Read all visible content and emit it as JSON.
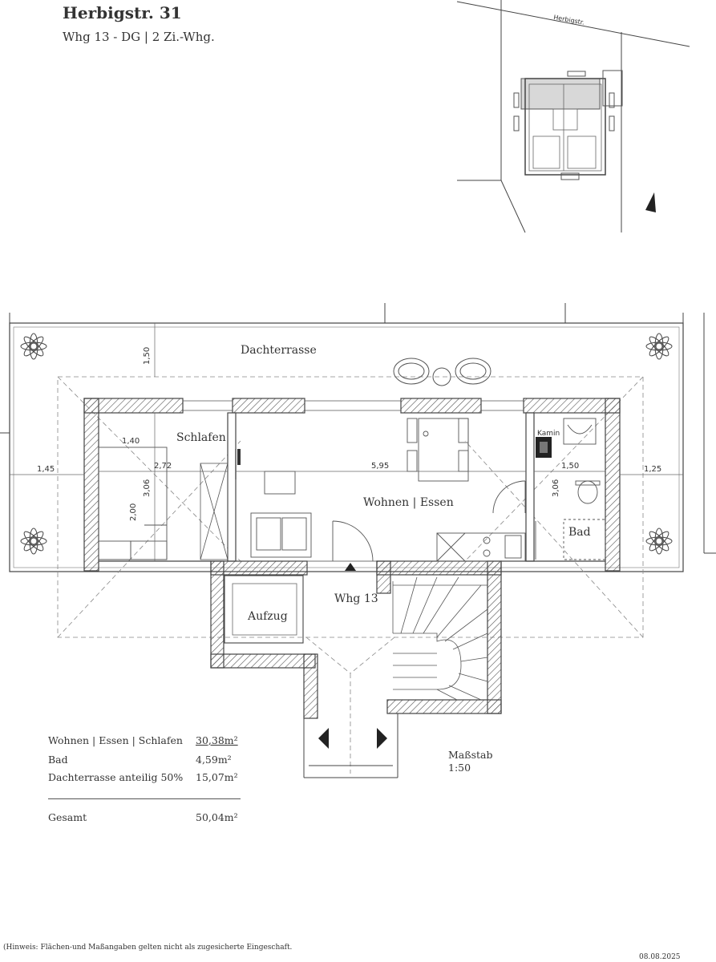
{
  "header": {
    "title": "Herbigstr. 31",
    "subtitle": "Whg 13 - DG | 2 Zi.-Whg."
  },
  "site_plan": {
    "street_label": "Herbigstr."
  },
  "floor_plan": {
    "rooms": {
      "terrace": "Dachterrasse",
      "bedroom": "Schlafen",
      "living": "Wohnen | Essen",
      "bath": "Bad",
      "elevator": "Aufzug",
      "unit": "Whg 13",
      "fireplace": "Kamin"
    },
    "dimensions": {
      "terrace_depth": "1,50",
      "left_terrace": "1,45",
      "right_terrace": "1,25",
      "bed_width_a": "1,40",
      "bed_width_b": "2,72",
      "bed_depth": "3,06",
      "bed_wardrobe": "2,00",
      "living_width": "5,95",
      "bath_width": "1,50",
      "bath_depth": "3,06"
    }
  },
  "areas": [
    {
      "label": "Wohnen | Essen | Schlafen",
      "value": "30,38m²"
    },
    {
      "label": "Bad",
      "value": "4,59m²"
    },
    {
      "label": "Dachterrasse anteilig 50%",
      "value": "15,07m²"
    }
  ],
  "total": {
    "label": "Gesamt",
    "value": "50,04m²"
  },
  "scale": {
    "label": "Maßstab",
    "value": "1:50"
  },
  "footnote": "(Hinweis: Flächen-und Maßangaben gelten nicht als zugesicherte Eingeschaft.",
  "date": "08.08.2025"
}
